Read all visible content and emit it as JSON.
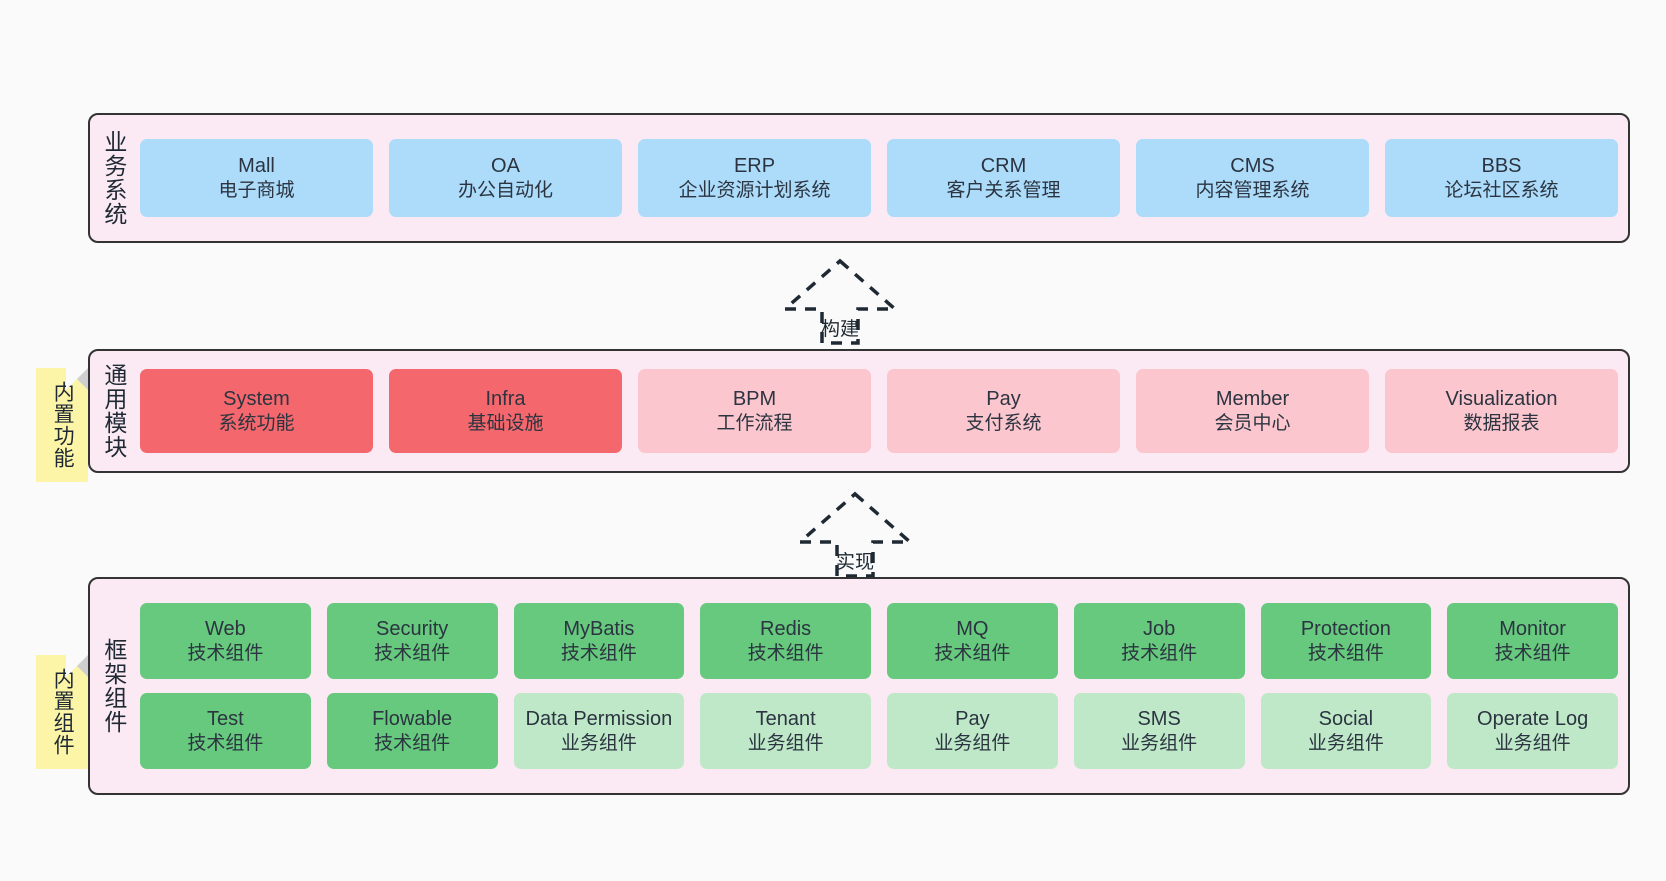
{
  "diagram": {
    "background_color": "#fafafa",
    "layer_fill": "#fbeaf4",
    "layer_border": "#333333"
  },
  "layers": [
    {
      "id": "business-system",
      "title": "业务系统",
      "rows": [
        {
          "style": "c-blue",
          "cards": [
            {
              "en": "Mall",
              "cn": "电子商城"
            },
            {
              "en": "OA",
              "cn": "办公自动化"
            },
            {
              "en": "ERP",
              "cn": "企业资源计划系统"
            },
            {
              "en": "CRM",
              "cn": "客户关系管理"
            },
            {
              "en": "CMS",
              "cn": "内容管理系统"
            },
            {
              "en": "BBS",
              "cn": "论坛社区系统"
            }
          ]
        }
      ]
    },
    {
      "id": "common-module",
      "title": "通用模块",
      "note": "内置功能",
      "rows": [
        {
          "cards": [
            {
              "en": "System",
              "cn": "系统功能",
              "style": "c-red"
            },
            {
              "en": "Infra",
              "cn": "基础设施",
              "style": "c-red"
            },
            {
              "en": "BPM",
              "cn": "工作流程",
              "style": "c-pink"
            },
            {
              "en": "Pay",
              "cn": "支付系统",
              "style": "c-pink"
            },
            {
              "en": "Member",
              "cn": "会员中心",
              "style": "c-pink"
            },
            {
              "en": "Visualization",
              "cn": "数据报表",
              "style": "c-pink"
            }
          ]
        }
      ]
    },
    {
      "id": "framework-component",
      "title": "框架组件",
      "note": "内置组件",
      "rows": [
        {
          "cards": [
            {
              "en": "Web",
              "cn": "技术组件",
              "style": "c-green"
            },
            {
              "en": "Security",
              "cn": "技术组件",
              "style": "c-green"
            },
            {
              "en": "MyBatis",
              "cn": "技术组件",
              "style": "c-green"
            },
            {
              "en": "Redis",
              "cn": "技术组件",
              "style": "c-green"
            },
            {
              "en": "MQ",
              "cn": "技术组件",
              "style": "c-green"
            },
            {
              "en": "Job",
              "cn": "技术组件",
              "style": "c-green"
            },
            {
              "en": "Protection",
              "cn": "技术组件",
              "style": "c-green"
            },
            {
              "en": "Monitor",
              "cn": "技术组件",
              "style": "c-green"
            }
          ]
        },
        {
          "cards": [
            {
              "en": "Test",
              "cn": "技术组件",
              "style": "c-green"
            },
            {
              "en": "Flowable",
              "cn": "技术组件",
              "style": "c-green"
            },
            {
              "en": "Data Permission",
              "cn": "业务组件",
              "style": "c-lightgrn"
            },
            {
              "en": "Tenant",
              "cn": "业务组件",
              "style": "c-lightgrn"
            },
            {
              "en": "Pay",
              "cn": "业务组件",
              "style": "c-lightgrn"
            },
            {
              "en": "SMS",
              "cn": "业务组件",
              "style": "c-lightgrn"
            },
            {
              "en": "Social",
              "cn": "业务组件",
              "style": "c-lightgrn"
            },
            {
              "en": "Operate Log",
              "cn": "业务组件",
              "style": "c-lightgrn"
            }
          ]
        }
      ]
    }
  ],
  "connectors": [
    {
      "id": "build",
      "label": "构建"
    },
    {
      "id": "implement",
      "label": "实现"
    }
  ]
}
